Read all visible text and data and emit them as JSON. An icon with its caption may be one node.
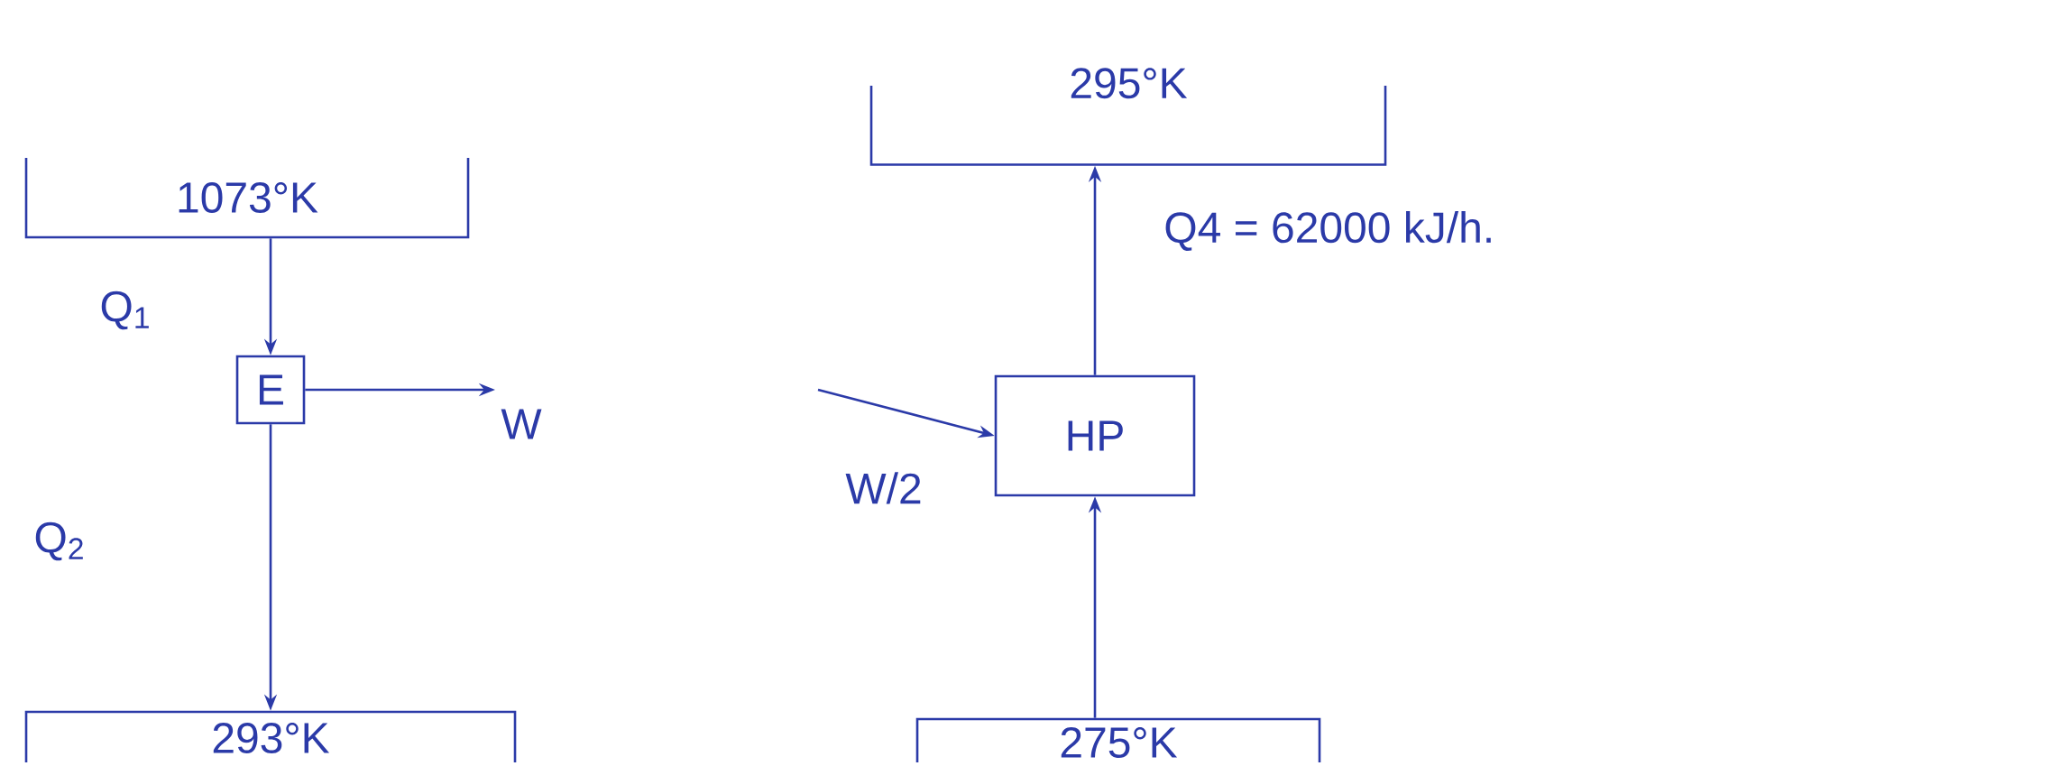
{
  "diagram": {
    "nodes": [
      {
        "text": [
          "1073°K"
        ]
      },
      {
        "text": [
          "E"
        ]
      },
      {
        "text": [
          "293°K"
        ]
      },
      {
        "text": [
          "295°K"
        ]
      },
      {
        "text": [
          "HP"
        ]
      },
      {
        "text": [
          "275°K"
        ]
      }
    ],
    "edges": [
      {
        "from": 0,
        "to": 1,
        "arrow": "to",
        "label": "Q$_{1}$"
      },
      {
        "from": 1,
        "to": 2,
        "arrow": "to",
        "label": "Q$_{2}$"
      },
      {
        "from": 1,
        "to": null,
        "arrow": "to",
        "label": "W"
      },
      {
        "from": null,
        "to": 4,
        "arrow": "to",
        "label": "W/2"
      },
      {
        "from": 4,
        "to": 3,
        "arrow": "to",
        "label": "Q4 = 62000 kJ/h."
      },
      {
        "from": 5,
        "to": 4,
        "arrow": "to"
      }
    ]
  }
}
